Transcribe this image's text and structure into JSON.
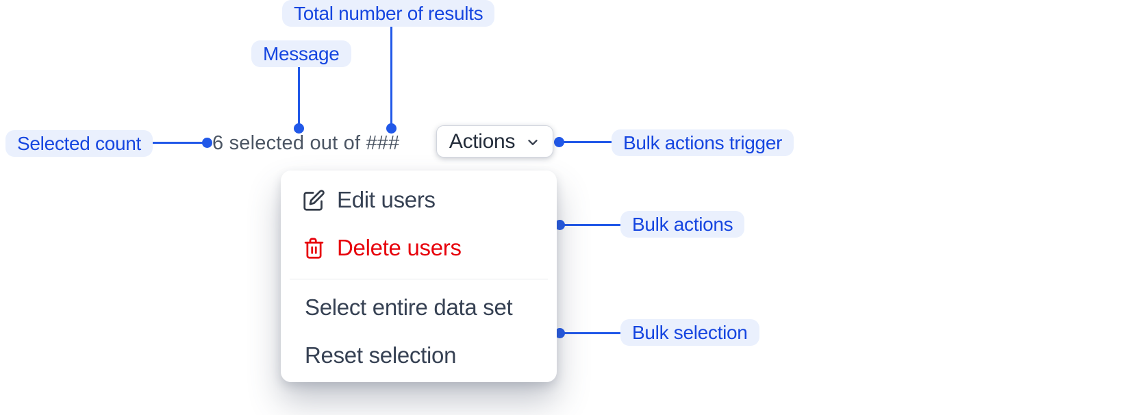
{
  "annotations": {
    "total_results": {
      "label": "Total number of results"
    },
    "message": {
      "label": "Message"
    },
    "selected_count": {
      "label": "Selected count"
    },
    "bulk_actions_trigger": {
      "label": "Bulk actions trigger"
    },
    "bulk_actions": {
      "label": "Bulk actions"
    },
    "bulk_selection": {
      "label": "Bulk selection"
    }
  },
  "toolbar": {
    "selection_message": "6 selected out of ###",
    "actions_label": "Actions"
  },
  "menu": {
    "items": [
      {
        "label": "Edit users",
        "icon": "edit-icon",
        "danger": false
      },
      {
        "label": "Delete users",
        "icon": "trash-icon",
        "danger": true
      }
    ],
    "selection_items": [
      {
        "label": "Select entire data set"
      },
      {
        "label": "Reset selection"
      }
    ]
  },
  "colors": {
    "annotation_text": "#1646e0",
    "annotation_bg": "#eaf0fd",
    "connector": "#2158e8",
    "message_text": "#4b5563",
    "menu_text": "#364153",
    "danger": "#e7000b",
    "button_border": "#d2d6de",
    "divider": "#e7e9ed"
  },
  "icons": [
    "edit-icon",
    "trash-icon",
    "chevron-down-icon"
  ]
}
